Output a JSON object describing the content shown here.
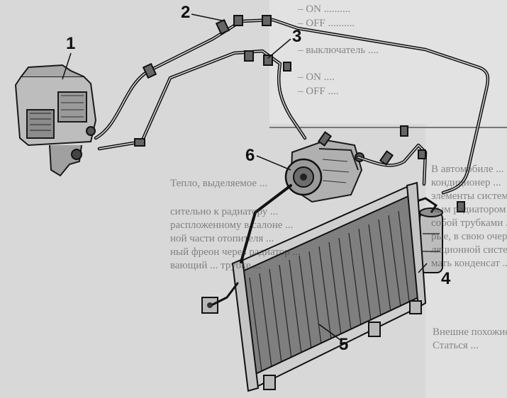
{
  "callouts": {
    "c1": "1",
    "c2": "2",
    "c3": "3",
    "c4": "4",
    "c5": "5",
    "c6": "6"
  },
  "background_text": {
    "top_right": [
      "– ON ..........",
      "– OFF ..........",
      "– выключатель ....",
      "– ON ....",
      "– OFF ...."
    ],
    "right_middle": [
      "В автомобиле ...",
      "кондиционер ...",
      "элементы системы",
      "ным радиатором и",
      "собой трубками ...",
      "рые, в свою очередь",
      "ляционной системы ...",
      "мать конденсат ..."
    ],
    "bottom_middle": [
      "Тепло, выделяемое ...",
      "сительно к радиатору ...",
      "распложенному в салоне ...",
      "ной части отопителя ...",
      "ный фреон через радиатор ...",
      "вающий ... трубке ..."
    ],
    "right_lower": [
      "Внешне похожие ...",
      "Статься ..."
    ]
  }
}
